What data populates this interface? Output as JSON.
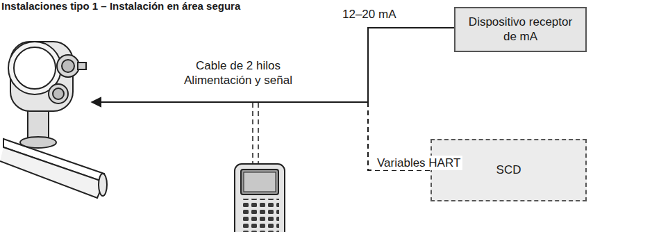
{
  "diagram": {
    "title": "Instalaciones tipo 1 – Instalación en área segura",
    "nodes": [
      {
        "text": [
          "Dispositivo receptor de mA"
        ]
      },
      {
        "text": [
          "SCD"
        ]
      }
    ],
    "labels": [
      "12–20 mA",
      "Cable de 2 hilos Alimentación y señal",
      "Variables HART"
    ]
  }
}
